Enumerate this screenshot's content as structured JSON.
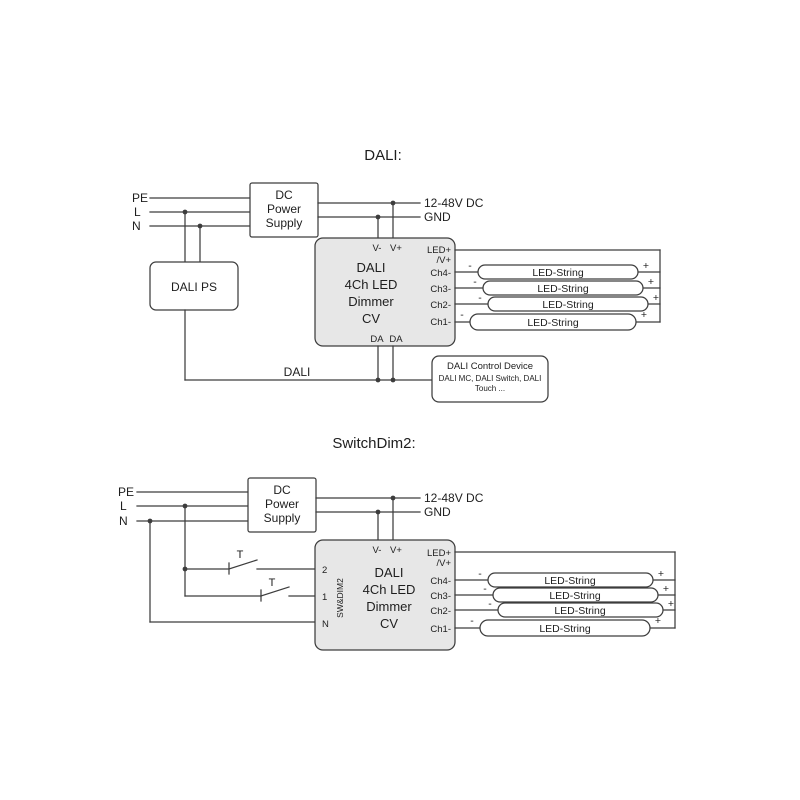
{
  "colors": {
    "wire": "#3d3d3d",
    "box_fill": "#ffffff",
    "dimmer_fill": "#e7e7e7",
    "text": "#1e1e1e",
    "page_bg": "#ffffff"
  },
  "dali": {
    "title": "DALI:",
    "inputs": {
      "pe": "PE",
      "l": "L",
      "n": "N"
    },
    "psu": {
      "line1": "DC",
      "line2": "Power",
      "line3": "Supply"
    },
    "rails": {
      "positive": "12-48V DC",
      "ground": "GND"
    },
    "dali_ps": {
      "label": "DALI PS"
    },
    "dimmer": {
      "v_minus": "V-",
      "v_plus": "V+",
      "name1": "DALI",
      "name2": "4Ch LED",
      "name3": "Dimmer",
      "name4": "CV",
      "da_left": "DA",
      "da_right": "DA",
      "led_plus_1": "LED+",
      "led_plus_2": "/V+",
      "ch4": "Ch4-",
      "ch3": "Ch3-",
      "ch2": "Ch2-",
      "ch1": "Ch1-"
    },
    "strings": [
      {
        "label": "LED-String",
        "minus": "-",
        "plus": "+"
      },
      {
        "label": "LED-String",
        "minus": "-",
        "plus": "+"
      },
      {
        "label": "LED-String",
        "minus": "-",
        "plus": "+"
      },
      {
        "label": "LED-String",
        "minus": "-",
        "plus": "+"
      }
    ],
    "bus": {
      "label": "DALI"
    },
    "control": {
      "title": "DALI Control Device",
      "sub1": "DALI MC, DALI Switch, DALI",
      "sub2": "Touch ..."
    }
  },
  "switchdim2": {
    "title": "SwitchDim2:",
    "inputs": {
      "pe": "PE",
      "l": "L",
      "n": "N"
    },
    "psu": {
      "line1": "DC",
      "line2": "Power",
      "line3": "Supply"
    },
    "rails": {
      "positive": "12-48V DC",
      "ground": "GND"
    },
    "dimmer": {
      "v_minus": "V-",
      "v_plus": "V+",
      "side": "SW&DIM2",
      "name1": "DALI",
      "name2": "4Ch LED",
      "name3": "Dimmer",
      "name4": "CV",
      "t2": "2",
      "t1": "1",
      "tn": "N",
      "led_plus_1": "LED+",
      "led_plus_2": "/V+",
      "ch4": "Ch4-",
      "ch3": "Ch3-",
      "ch2": "Ch2-",
      "ch1": "Ch1-"
    },
    "switches": [
      {
        "label": "T"
      },
      {
        "label": "T"
      }
    ],
    "strings": [
      {
        "label": "LED-String",
        "minus": "-",
        "plus": "+"
      },
      {
        "label": "LED-String",
        "minus": "-",
        "plus": "+"
      },
      {
        "label": "LED-String",
        "minus": "-",
        "plus": "+"
      },
      {
        "label": "LED-String",
        "minus": "-",
        "plus": "+"
      }
    ]
  }
}
